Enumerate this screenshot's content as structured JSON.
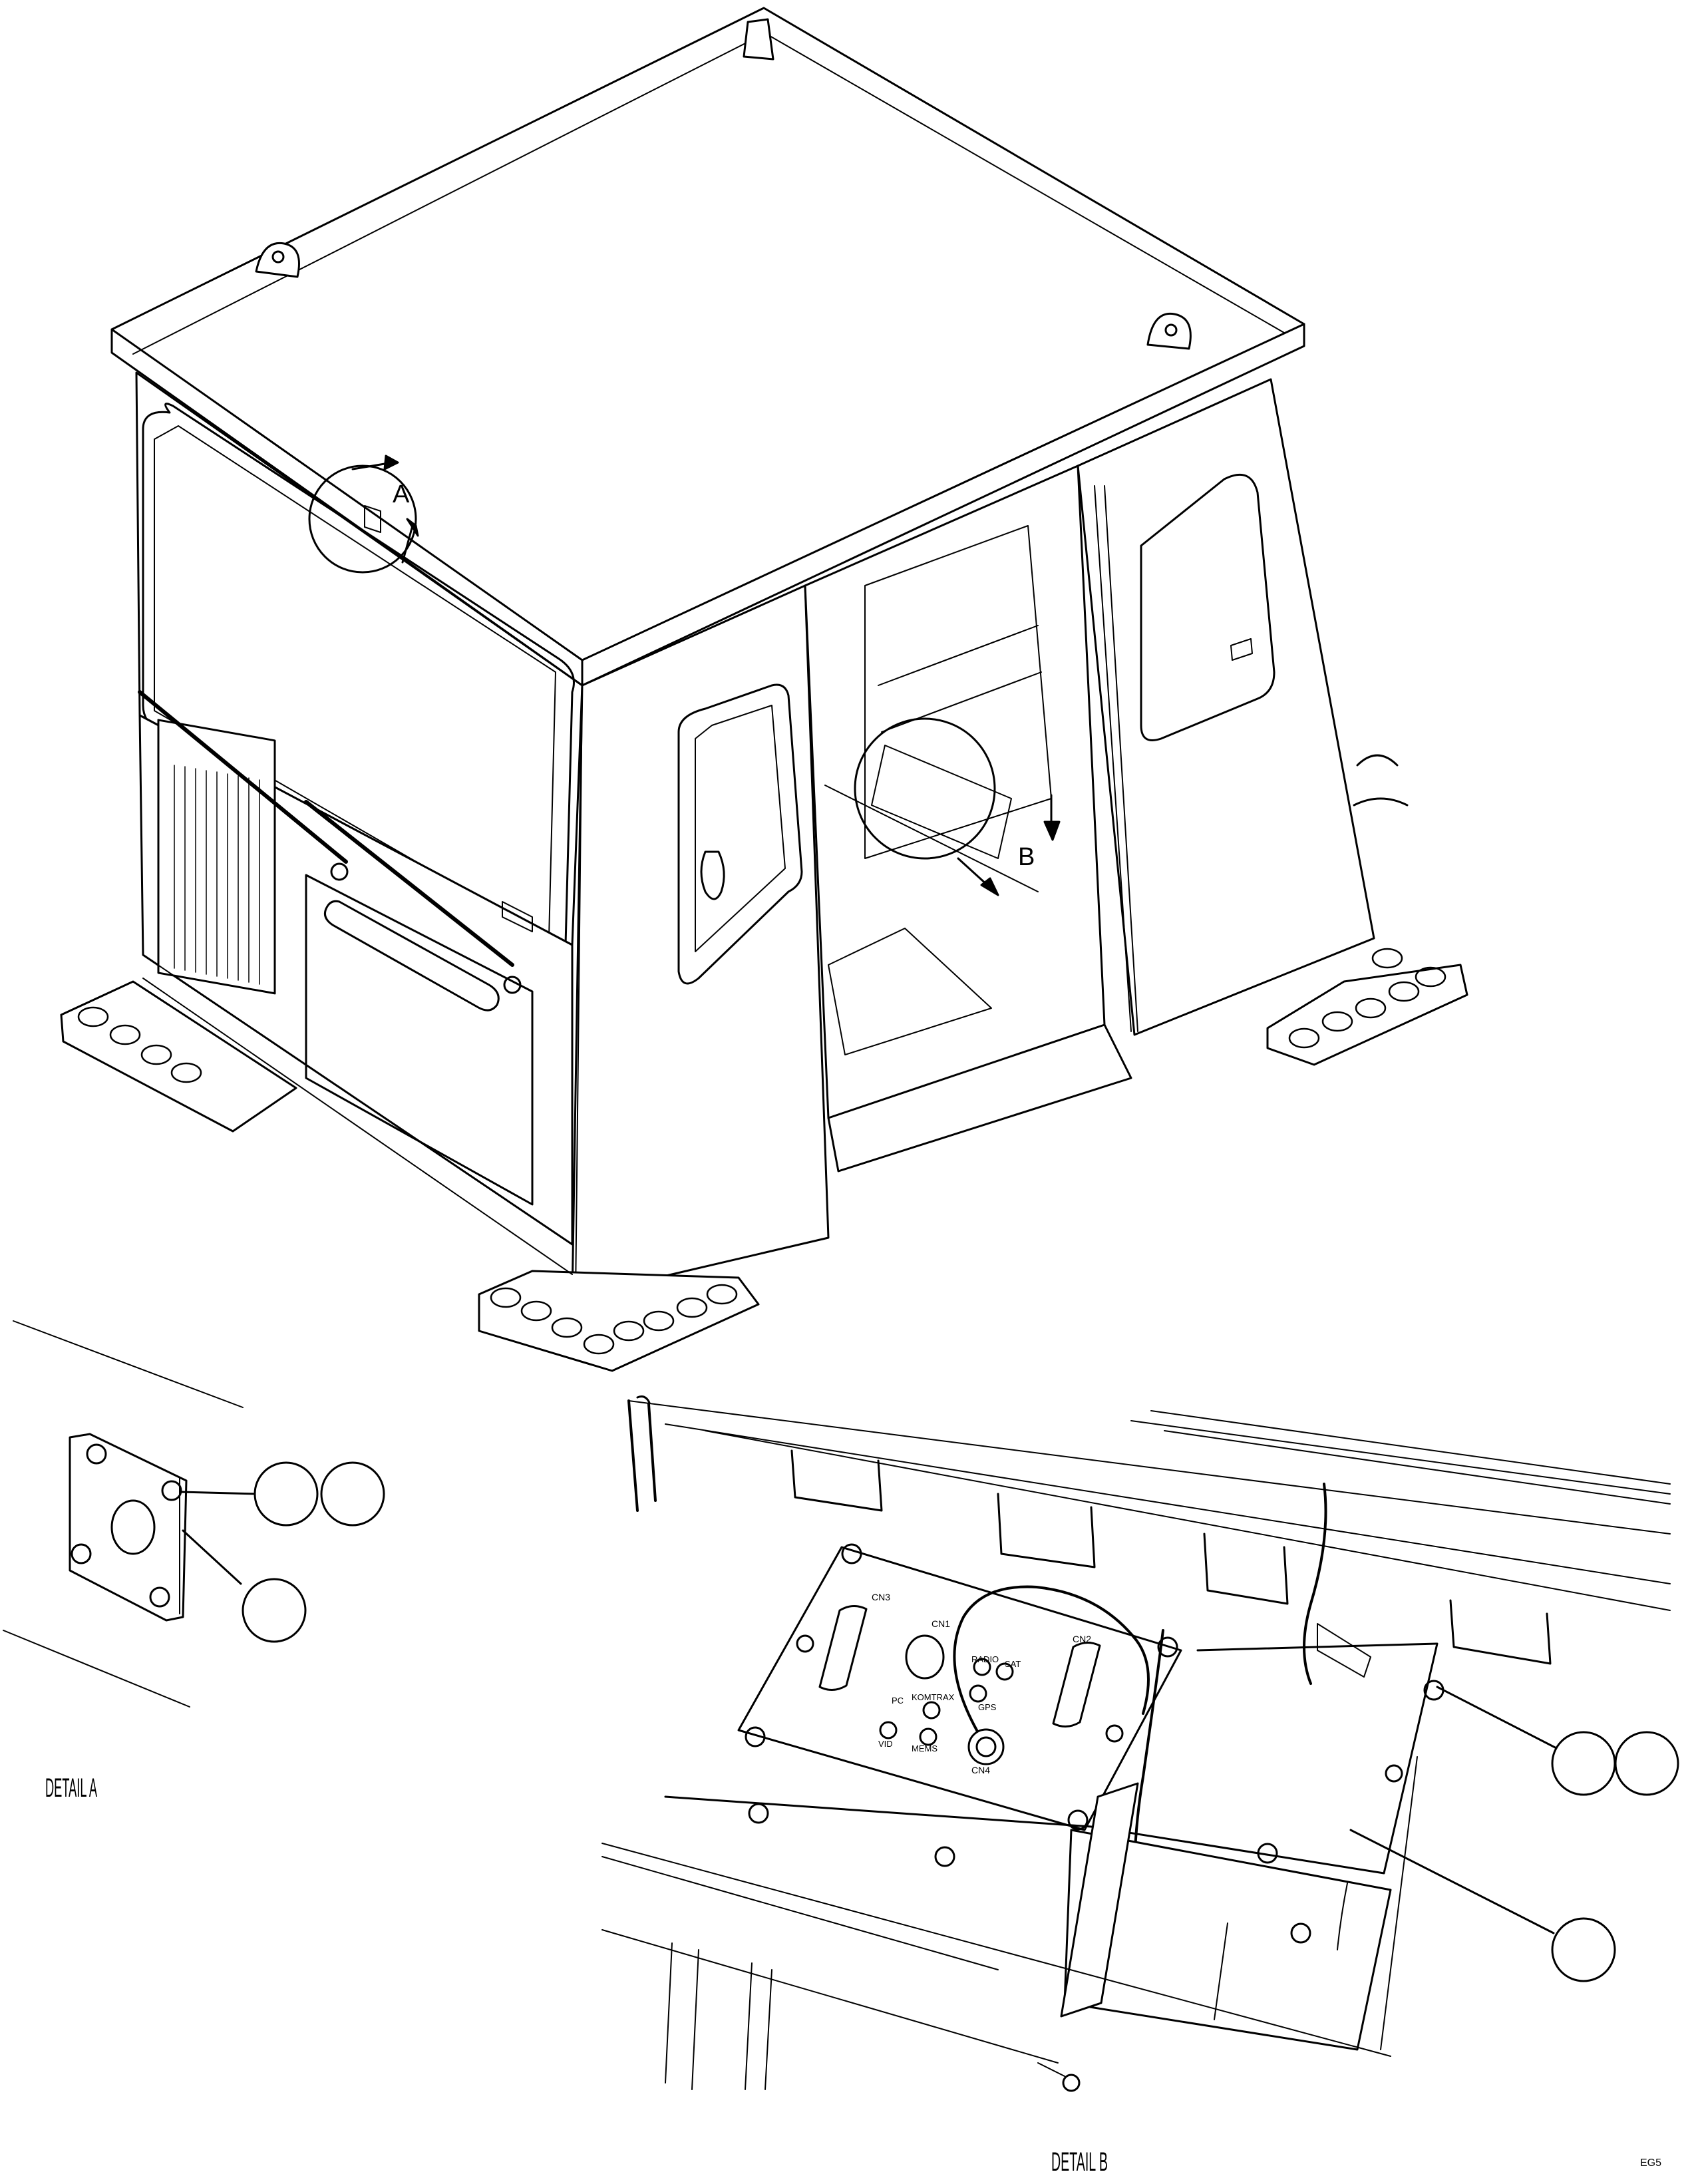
{
  "drawing": {
    "detail_a_callout": "A",
    "detail_b_callout": "B",
    "detail_a_caption": "DETAIL A",
    "detail_b_caption": "DETAIL B",
    "corner_code": "EG5"
  },
  "panel_labels": {
    "cn3": "CN3",
    "cn1": "CN1",
    "cn2": "CN2",
    "radio": "RADIO",
    "sat": "SAT",
    "pc": "PC",
    "komtrax": "KOMTRAX",
    "gps": "GPS",
    "vid": "VID",
    "mems": "MEMS",
    "cn4": "CN4"
  },
  "colors": {
    "ink": "#000000",
    "paper": "#ffffff"
  }
}
